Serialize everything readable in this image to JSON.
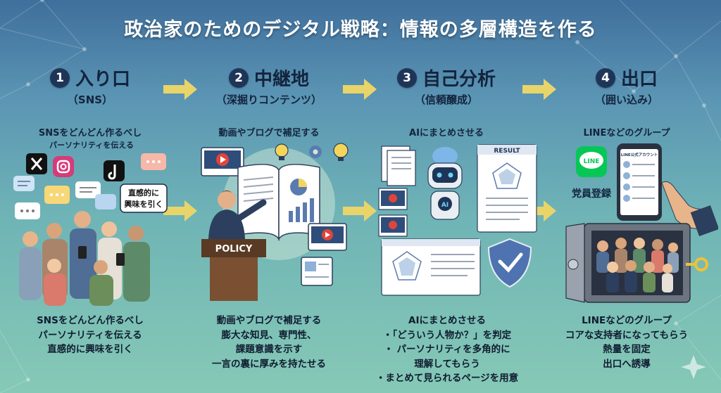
{
  "title": "政治家のためのデジタル戦略：情報の多層構造を作る",
  "steps": [
    {
      "number": "1",
      "title": "入り口",
      "subtitle": "（SNS）",
      "caption": "SNSをどんどん作るべし",
      "caption2": "パーソナリティを伝える",
      "bubble": [
        "直感的に",
        "興味を引く"
      ],
      "bullets": [
        "SNSをどんどん作るべし",
        "パーソナリティを伝える",
        "直感的に興味を引く"
      ]
    },
    {
      "number": "2",
      "title": "中継地",
      "subtitle": "（深掘りコンテンツ）",
      "caption": "動画やブログで補足する",
      "podium": "POLICY",
      "bullets": [
        "動画やブログで補足する",
        "膨大な知見、専門性、",
        "課題意識を示す",
        "一言の裏に厚みを持たせる"
      ]
    },
    {
      "number": "3",
      "title": "自己分析",
      "subtitle": "（信頼醸成）",
      "caption": "AIにまとめさせる",
      "result": "RESULT",
      "robot_badge": "AI",
      "bullets": [
        "AIにまとめさせる",
        "・「どういう人物か？」を判定",
        "・ パーソナリティを多角的に",
        "理解してもらう",
        "・まとめて見られるページを用意"
      ]
    },
    {
      "number": "4",
      "title": "出口",
      "subtitle": "（囲い込み）",
      "caption": "LINEなどのグループ",
      "line_icon": "LINE",
      "member_label": "党員登録",
      "phone_header": "LINE公式アカウント",
      "bullets": [
        "LINEなどのグループ",
        "コアな支持者になってもらう",
        "熱量を固定",
        "出口へ誘導"
      ]
    }
  ]
}
